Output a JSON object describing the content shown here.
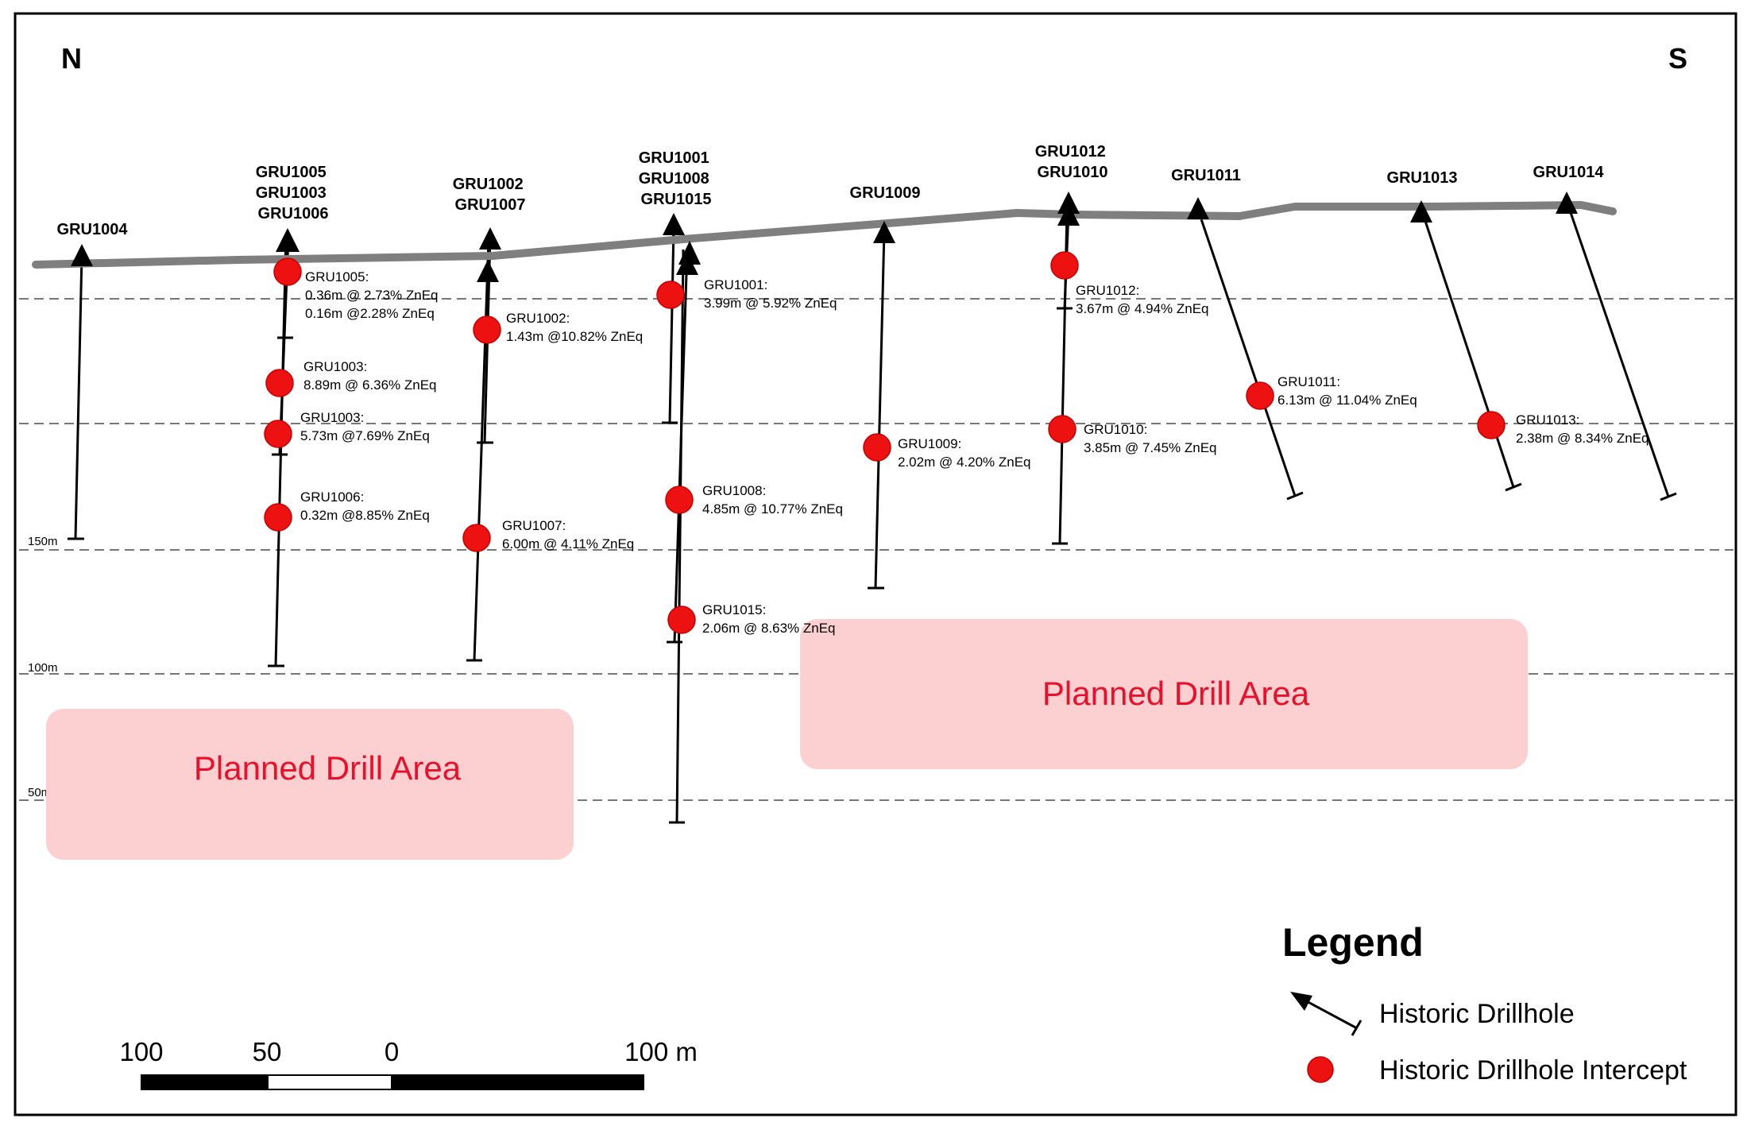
{
  "compass": {
    "north": "N",
    "south": "S"
  },
  "elevations": [
    {
      "id": "e200",
      "label": ""
    },
    {
      "id": "e175",
      "label": ""
    },
    {
      "id": "e150",
      "label": "150m"
    },
    {
      "id": "e100",
      "label": "100m"
    },
    {
      "id": "e50",
      "label": "50m"
    }
  ],
  "collar_labels": [
    {
      "id": "gru1004",
      "lines": [
        "GRU1004"
      ]
    },
    {
      "id": "gru1005",
      "lines": [
        "GRU1005",
        "GRU1003",
        "GRU1006"
      ]
    },
    {
      "id": "gru1002",
      "lines": [
        "GRU1002",
        "GRU1007"
      ]
    },
    {
      "id": "gru1001",
      "lines": [
        "GRU1001",
        "GRU1008",
        "GRU1015"
      ]
    },
    {
      "id": "gru1009",
      "lines": [
        "GRU1009"
      ]
    },
    {
      "id": "gru1012",
      "lines": [
        "GRU1012",
        "GRU1010"
      ]
    },
    {
      "id": "gru1011",
      "lines": [
        "GRU1011"
      ]
    },
    {
      "id": "gru1013",
      "lines": [
        "GRU1013"
      ]
    },
    {
      "id": "gru1014",
      "lines": [
        "GRU1014"
      ]
    }
  ],
  "intercepts": [
    {
      "id": "i1005",
      "lines": [
        "GRU1005:",
        "0.36m @ 2.73% ZnEq",
        "0.16m @2.28% ZnEq"
      ]
    },
    {
      "id": "i1003a",
      "lines": [
        "GRU1003:",
        "8.89m @ 6.36% ZnEq"
      ]
    },
    {
      "id": "i1003b",
      "lines": [
        "GRU1003:",
        "5.73m @7.69% ZnEq"
      ]
    },
    {
      "id": "i1006",
      "lines": [
        "GRU1006:",
        "0.32m @8.85% ZnEq"
      ]
    },
    {
      "id": "i1002",
      "lines": [
        "GRU1002:",
        "1.43m @10.82% ZnEq"
      ]
    },
    {
      "id": "i1007",
      "lines": [
        "GRU1007:",
        "6.00m @ 4.11% ZnEq"
      ]
    },
    {
      "id": "i1001",
      "lines": [
        "GRU1001:",
        "3.99m @ 5.92% ZnEq"
      ]
    },
    {
      "id": "i1008",
      "lines": [
        "GRU1008:",
        "4.85m @ 10.77% ZnEq"
      ]
    },
    {
      "id": "i1015",
      "lines": [
        "GRU1015:",
        "2.06m @ 8.63% ZnEq"
      ]
    },
    {
      "id": "i1009",
      "lines": [
        "GRU1009:",
        "2.02m @ 4.20% ZnEq"
      ]
    },
    {
      "id": "i1012",
      "lines": [
        "GRU1012:",
        "3.67m @ 4.94% ZnEq"
      ]
    },
    {
      "id": "i1010",
      "lines": [
        "GRU1010:",
        "3.85m @ 7.45% ZnEq"
      ]
    },
    {
      "id": "i1011",
      "lines": [
        "GRU1011:",
        "6.13m @ 11.04% ZnEq"
      ]
    },
    {
      "id": "i1013",
      "lines": [
        "GRU1013:",
        "2.38m @ 8.34% ZnEq"
      ]
    }
  ],
  "planned_areas": [
    {
      "id": "planned-left",
      "label": "Planned Drill Area"
    },
    {
      "id": "planned-right",
      "label": "Planned Drill Area"
    }
  ],
  "scale_bar": {
    "labels": [
      "100",
      "50",
      "0",
      "100 m"
    ]
  },
  "legend": {
    "title": "Legend",
    "items": [
      {
        "icon": "drillhole-arrow-icon",
        "label": "Historic Drillhole"
      },
      {
        "icon": "intercept-dot-icon",
        "label": "Historic Drillhole Intercept"
      }
    ]
  },
  "colors": {
    "intercept": "#ee1111",
    "planned_area": "#fcd0d0",
    "planned_text": "#e8102a",
    "surface": "#7f7f7f"
  }
}
